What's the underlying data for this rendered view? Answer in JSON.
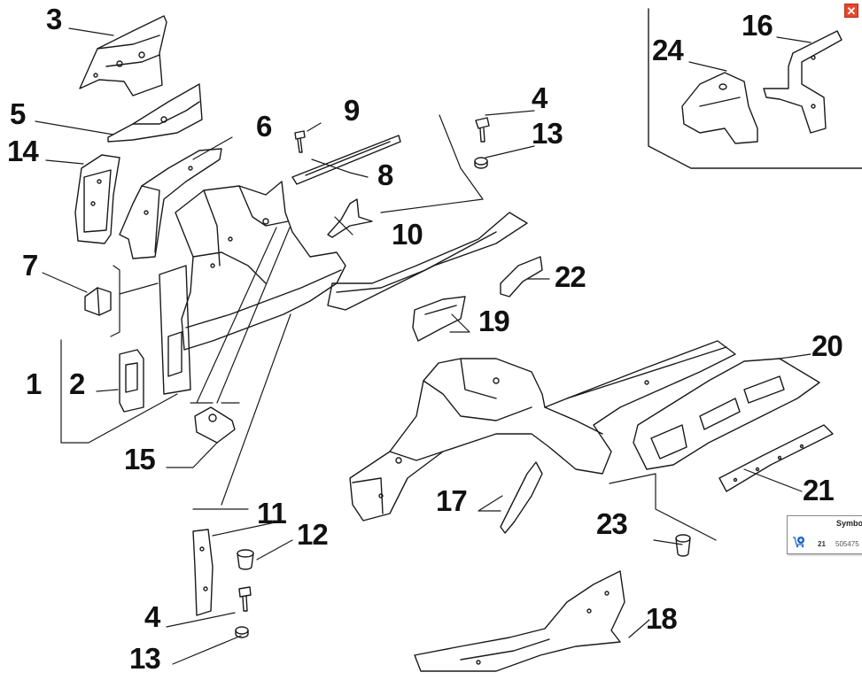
{
  "window": {
    "close_glyph": "✕"
  },
  "callouts": {
    "n1": "1",
    "n2": "2",
    "n3": "3",
    "n4a": "4",
    "n4b": "4",
    "n5": "5",
    "n6": "6",
    "n7": "7",
    "n8": "8",
    "n9": "9",
    "n10": "10",
    "n11": "11",
    "n12": "12",
    "n13a": "13",
    "n13b": "13",
    "n14": "14",
    "n15": "15",
    "n16": "16",
    "n17": "17",
    "n18": "18",
    "n19": "19",
    "n20": "20",
    "n21": "21",
    "n22": "22",
    "n23": "23",
    "n24": "24"
  },
  "legend_popup": {
    "header": "Symbo",
    "row_number": "21",
    "row_code": "505475",
    "cart_icon": "add-to-cart-icon"
  },
  "colors": {
    "line": "#1a1a1a",
    "accent": "#1565c0",
    "close": "#e8462c"
  }
}
